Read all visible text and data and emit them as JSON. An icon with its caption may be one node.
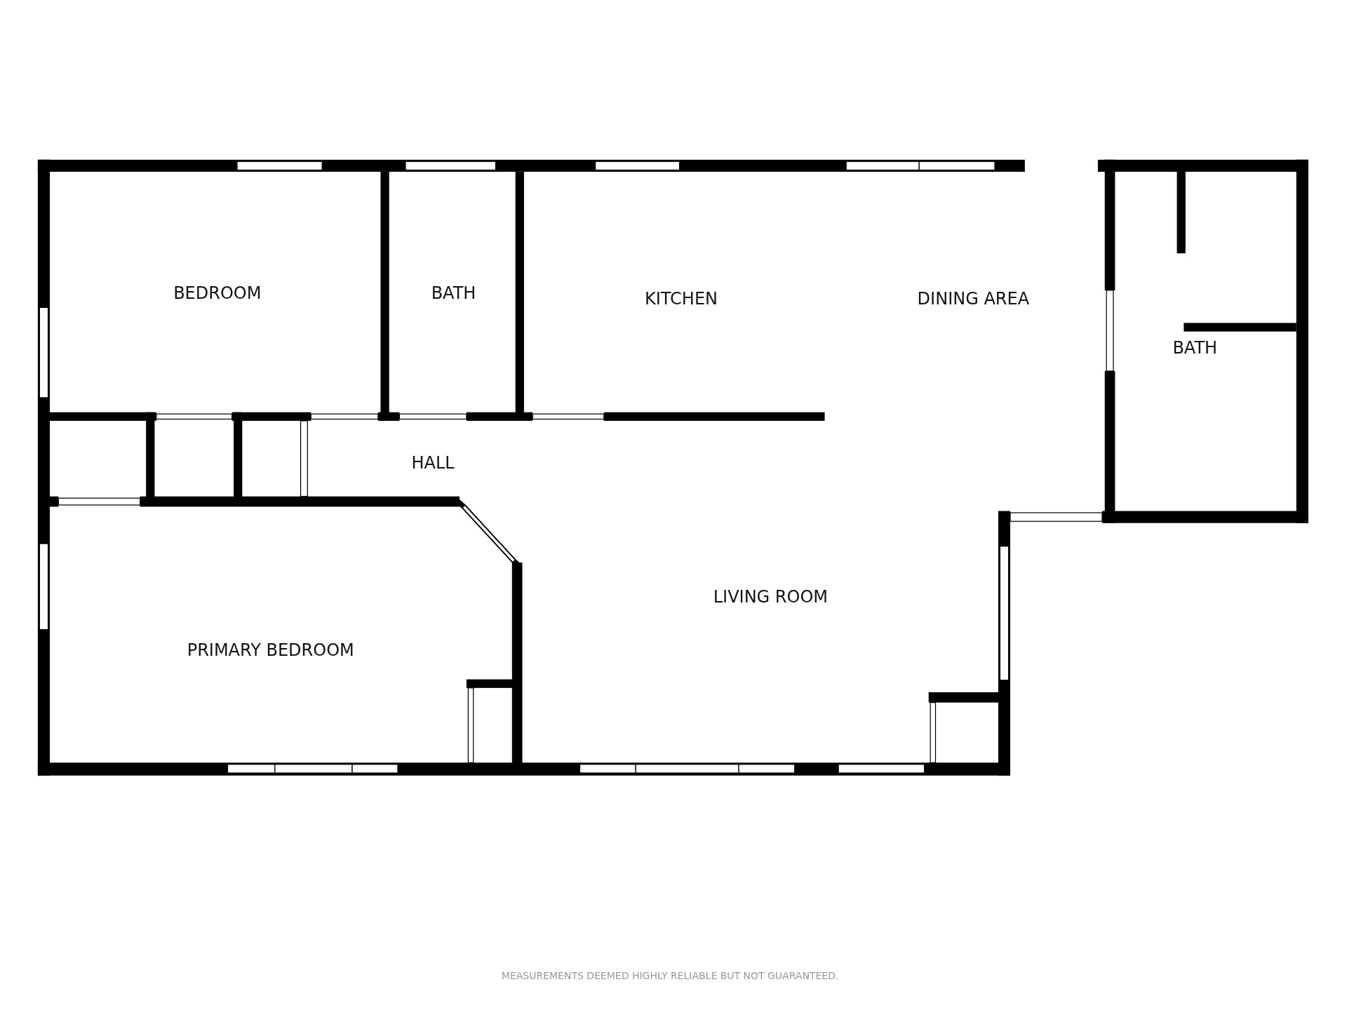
{
  "diagram": {
    "labels": [
      "BEDROOM",
      "BATH",
      "KITCHEN",
      "DINING AREA",
      "BATH",
      "HALL",
      "LIVING ROOM",
      "PRIMARY BEDROOM",
      "MEASUREMENTS DEEMED HIGHLY RELIABLE BUT NOT GUARANTEED."
    ]
  }
}
